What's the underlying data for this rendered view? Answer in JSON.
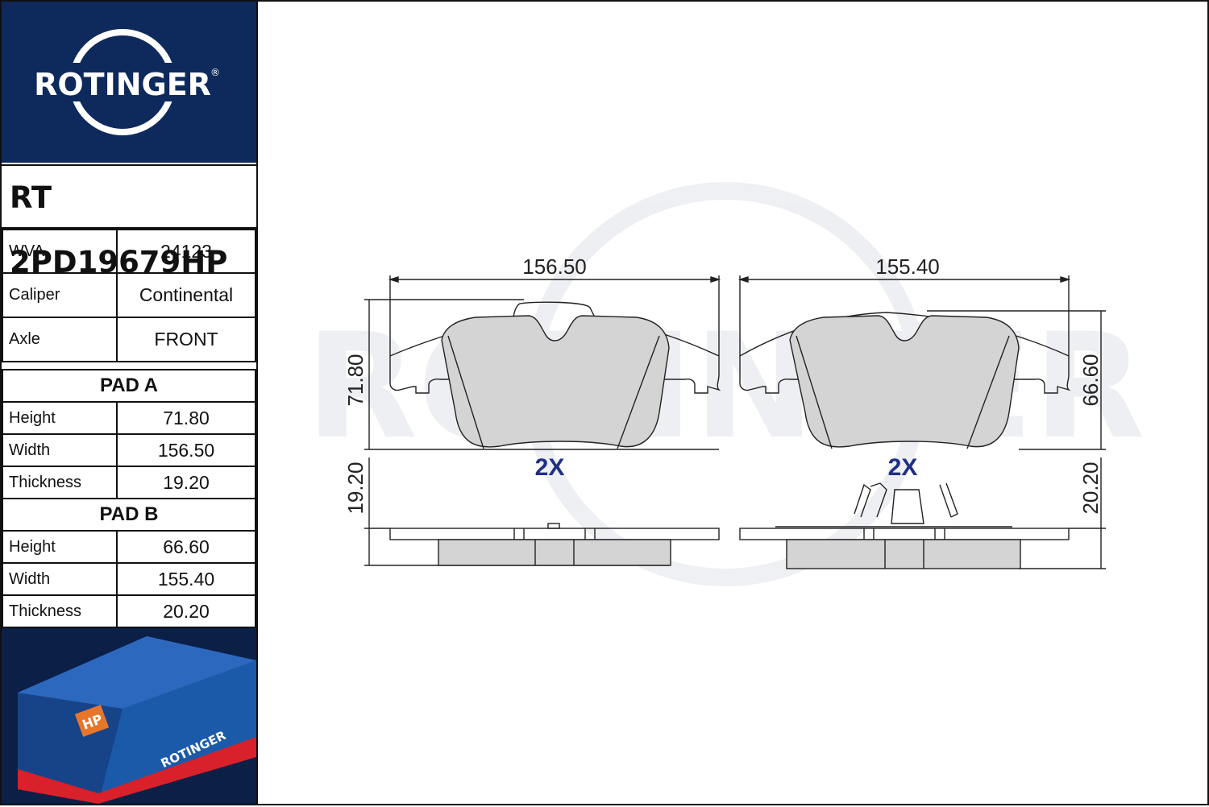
{
  "brand": {
    "name": "ROTINGER",
    "registered": "®"
  },
  "part_number": "RT 2PD19679HP",
  "specs": [
    {
      "key": "WVA",
      "value": "24123"
    },
    {
      "key": "Caliper",
      "value": "Continental"
    },
    {
      "key": "Axle",
      "value": "FRONT"
    }
  ],
  "pad_a": {
    "title": "PAD A",
    "rows": [
      {
        "key": "Height",
        "value": "71.80"
      },
      {
        "key": "Width",
        "value": "156.50"
      },
      {
        "key": "Thickness",
        "value": "19.20"
      }
    ]
  },
  "pad_b": {
    "title": "PAD B",
    "rows": [
      {
        "key": "Height",
        "value": "66.60"
      },
      {
        "key": "Width",
        "value": "155.40"
      },
      {
        "key": "Thickness",
        "value": "20.20"
      }
    ]
  },
  "drawing": {
    "pad_a": {
      "width": "156.50",
      "height": "71.80",
      "thickness": "19.20",
      "qty": "2X"
    },
    "pad_b": {
      "width": "155.40",
      "height": "66.60",
      "thickness": "20.20",
      "qty": "2X"
    },
    "watermark": "ROTINGER"
  },
  "package": {
    "brand": "ROTINGER",
    "badge": "HP"
  },
  "colors": {
    "brand_navy": "#0e2a5c",
    "qty_blue": "#1f2f86",
    "pad_fill": "#d4d4d4",
    "accent_red": "#d8212a",
    "badge_orange": "#e8762a"
  }
}
